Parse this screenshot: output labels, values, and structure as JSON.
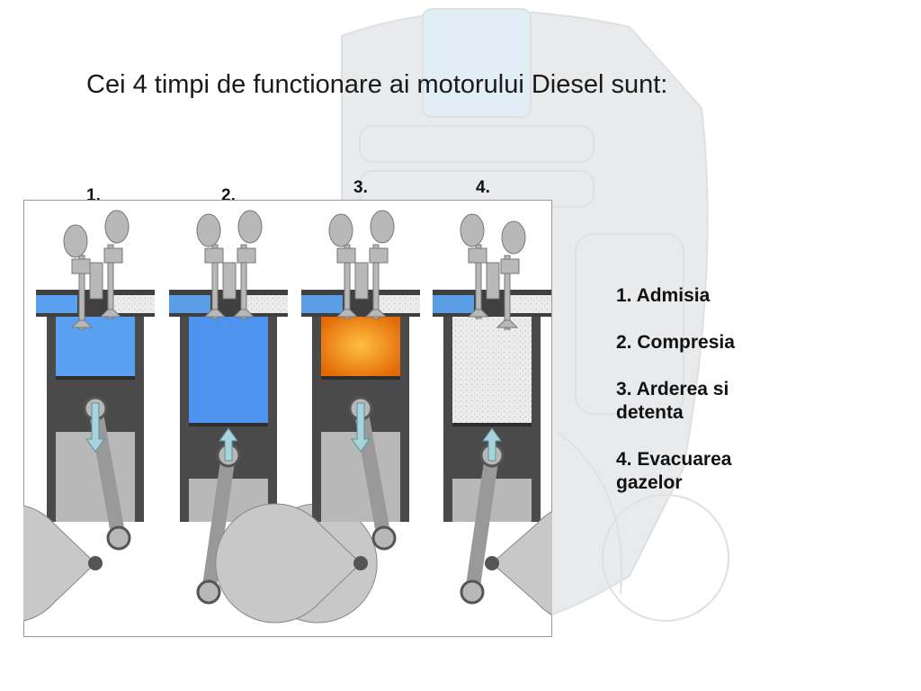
{
  "title": "Cei 4 timpi de functionare ai motorului Diesel sunt:",
  "stroke_numbers": [
    "1.",
    "2.",
    "3.",
    "4."
  ],
  "legend": [
    "1. Admisia",
    "2. Compresia",
    "3. Arderea si detenta",
    "4. Evacuarea gazelor"
  ],
  "colors": {
    "intake_air": "#5aa0f0",
    "compression_air": "#4e94ef",
    "combustion": "#f08a10",
    "exhaust_gas": "#e6e6e6",
    "engine_body": "#4a4a4a",
    "metal": "#b8b8b8",
    "arrow": "#a7d3dc"
  },
  "strokes": [
    {
      "stroke": "intake",
      "piston": "down",
      "intake_valve": "open",
      "exhaust_valve": "closed"
    },
    {
      "stroke": "compression",
      "piston": "up",
      "intake_valve": "closed",
      "exhaust_valve": "closed"
    },
    {
      "stroke": "combustion",
      "piston": "down",
      "intake_valve": "closed",
      "exhaust_valve": "closed"
    },
    {
      "stroke": "exhaust",
      "piston": "up",
      "intake_valve": "closed",
      "exhaust_valve": "open"
    }
  ]
}
